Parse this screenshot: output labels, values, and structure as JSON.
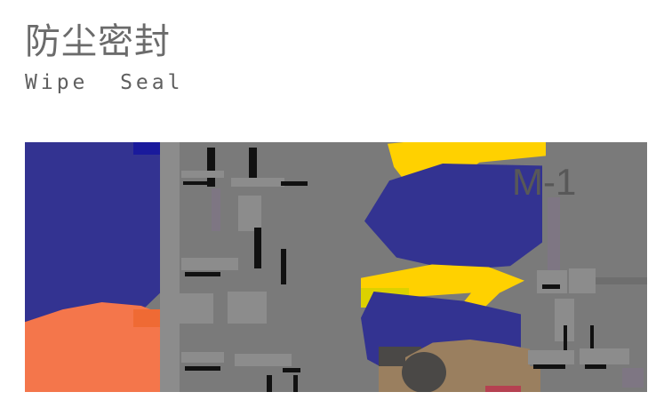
{
  "header": {
    "title_cn": "防尘密封",
    "title_en": "Wipe  Seal"
  },
  "product_image": {
    "label_m1": "M-1",
    "alt": "wipe-seal-product-photo"
  },
  "colors": {
    "blue": "#333391",
    "blue_dark": "#1a1a9c",
    "orange": "#f4764b",
    "orange_dark": "#ef6a34",
    "yellow": "#ffd100",
    "yellow_olive": "#dcd100",
    "gray_bg": "#7a7a7a",
    "gray_dark": "#4a4846",
    "brown": "#9a7f5f",
    "red": "#b54151",
    "text_gray": "#6b6b6b",
    "label_gray": "#585858",
    "page_bg": "#ffffff"
  }
}
